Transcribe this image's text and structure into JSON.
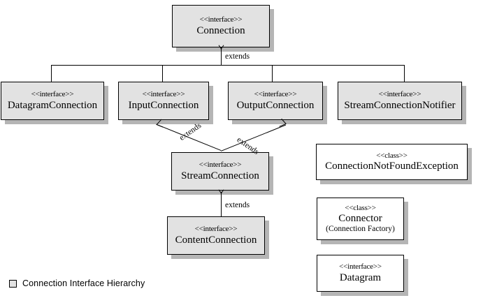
{
  "diagram": {
    "title": "Connection Interface Hierarchy",
    "relation_label": "extends",
    "stereotype_interface": "<<interface>>",
    "stereotype_class": "<<class>>",
    "colors": {
      "node_fill": "#e2e2e2",
      "node_fill_plain": "#ffffff",
      "node_border": "#000000",
      "shadow": "#b5b5b5",
      "background": "#ffffff",
      "text": "#000000"
    },
    "nodes": [
      {
        "id": "connection",
        "stereotype": "<<interface>>",
        "name": "Connection"
      },
      {
        "id": "datagram-connection",
        "stereotype": "<<interface>>",
        "name": "DatagramConnection"
      },
      {
        "id": "input-connection",
        "stereotype": "<<interface>>",
        "name": "InputConnection"
      },
      {
        "id": "output-connection",
        "stereotype": "<<interface>>",
        "name": "OutputConnection"
      },
      {
        "id": "stream-connection-notifier",
        "stereotype": "<<interface>>",
        "name": "StreamConnectionNotifier"
      },
      {
        "id": "stream-connection",
        "stereotype": "<<interface>>",
        "name": "StreamConnection"
      },
      {
        "id": "content-connection",
        "stereotype": "<<interface>>",
        "name": "ContentConnection"
      },
      {
        "id": "connection-not-found-exception",
        "stereotype": "<<class>>",
        "name": "ConnectionNotFoundException"
      },
      {
        "id": "connector",
        "stereotype": "<<class>>",
        "name": "Connector",
        "subtitle": "(Connection Factory)"
      },
      {
        "id": "datagram",
        "stereotype": "<<interface>>",
        "name": "Datagram"
      }
    ],
    "edges": [
      {
        "from": "datagram-connection",
        "to": "connection",
        "label": "extends"
      },
      {
        "from": "input-connection",
        "to": "connection",
        "label": "extends"
      },
      {
        "from": "output-connection",
        "to": "connection",
        "label": "extends"
      },
      {
        "from": "stream-connection-notifier",
        "to": "connection",
        "label": "extends"
      },
      {
        "from": "stream-connection",
        "to": "input-connection",
        "label": "extends"
      },
      {
        "from": "stream-connection",
        "to": "output-connection",
        "label": "extends"
      },
      {
        "from": "content-connection",
        "to": "stream-connection",
        "label": "extends"
      }
    ]
  },
  "legend": {
    "label": "Connection Interface Hierarchy",
    "swatch_color": "#e2e2e2"
  }
}
